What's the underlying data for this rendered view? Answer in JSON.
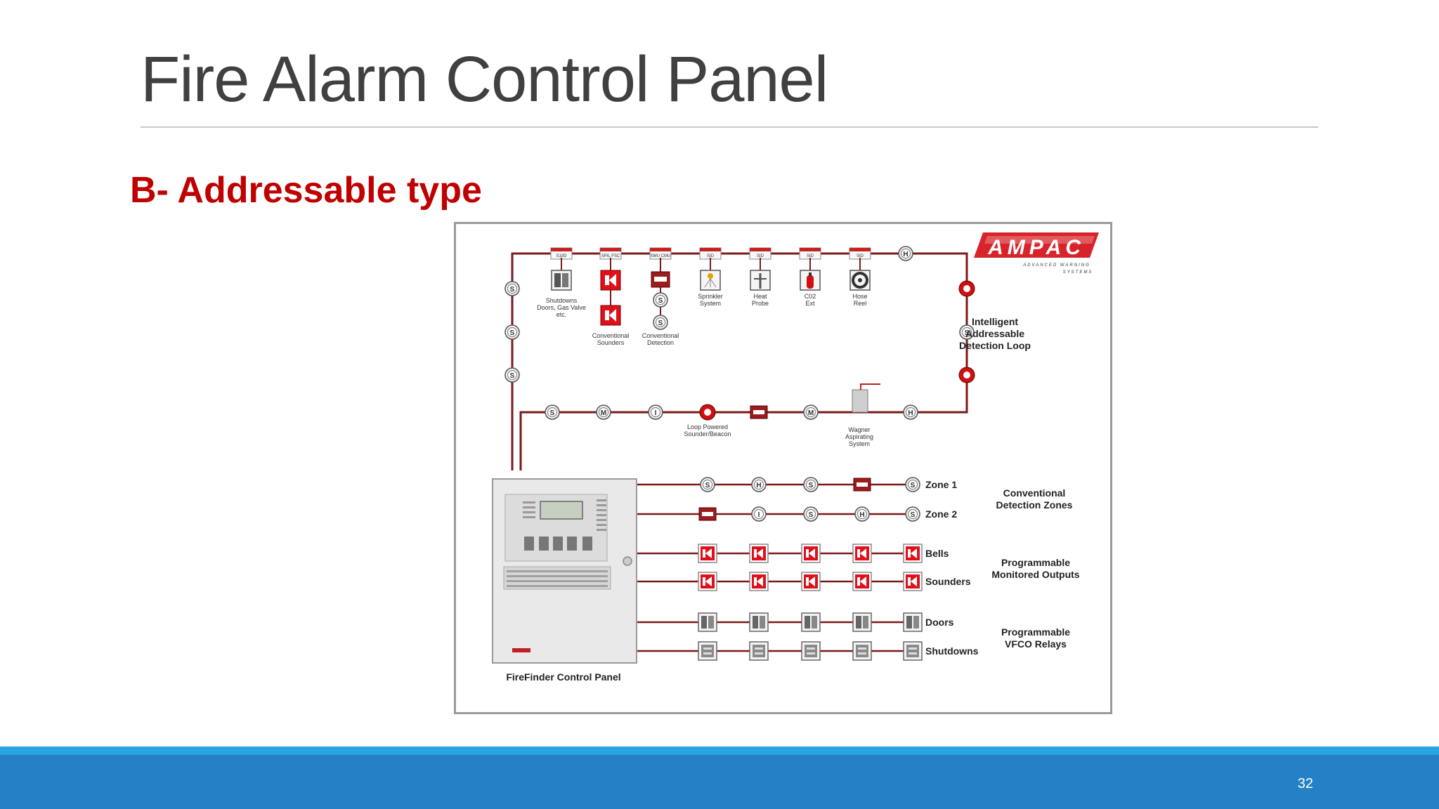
{
  "slide": {
    "title": "Fire Alarm Control Panel",
    "subtitle": "B- Addressable type",
    "page_number": "32"
  },
  "colors": {
    "title": "#404040",
    "subtitle": "#c00000",
    "loop_wire": "#7a1a1a",
    "device_red": "#e0101a",
    "footer_light": "#29a5e2",
    "footer_dark": "#2580c6"
  },
  "diagram": {
    "logo": {
      "brand": "AMPAC",
      "tagline1": "ADVANCED WARNING",
      "tagline2": "SYSTEMS"
    },
    "loop_label": [
      "Intelligent",
      "Addressable",
      "Detection Loop"
    ],
    "module_tags": [
      "S10D",
      "SPIL FSC",
      "SMU CMU",
      "SID",
      "SID",
      "SID",
      "SID"
    ],
    "top_labels": {
      "shutdowns": [
        "Shutdowns",
        "Doors, Gas Valve",
        "etc."
      ],
      "conv_sounders": [
        "Conventional",
        "Sounders"
      ],
      "conv_detection": [
        "Conventional",
        "Detection"
      ],
      "sprinkler": [
        "Sprinkler",
        "System"
      ],
      "heat_probe": [
        "Heat",
        "Probe"
      ],
      "co2": [
        "C02",
        "Ext"
      ],
      "hose": [
        "Hose",
        "Reel"
      ]
    },
    "bottom_loop_labels": {
      "sounder_beacon": [
        "Loop Powered",
        "Sounder/Beacon"
      ],
      "wagner": [
        "Wagner",
        "Aspirating",
        "System"
      ]
    },
    "detector_letters": {
      "smoke": "S",
      "heat": "H",
      "multi": "M",
      "ion": "I"
    },
    "zone_lines": [
      "Zone 1",
      "Zone 2",
      "Bells",
      "Sounders",
      "Doors",
      "Shutdowns"
    ],
    "group_labels": {
      "conventional": [
        "Conventional",
        "Detection Zones"
      ],
      "monitored": [
        "Programmable",
        "Monitored Outputs"
      ],
      "relays": [
        "Programmable",
        "VFCO Relays"
      ]
    },
    "panel_label": "FireFinder Control Panel"
  }
}
